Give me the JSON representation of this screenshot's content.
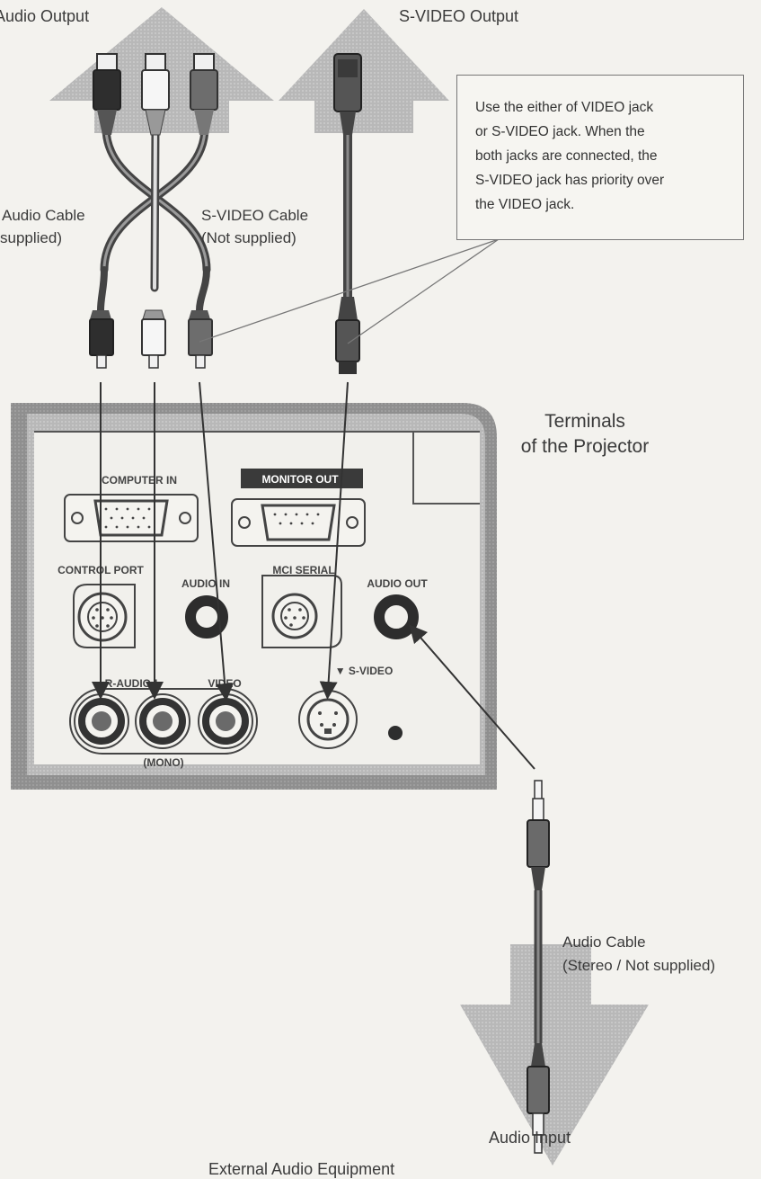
{
  "labels": {
    "audio_output": "Audio Output",
    "svideo_output": "S-VIDEO Output",
    "audio_cable_1": "Audio Cable",
    "audio_cable_1_note": "supplied)",
    "svideo_cable": "S-VIDEO Cable",
    "svideo_cable_note": "(Not supplied)",
    "terminals_line1": "Terminals",
    "terminals_line2": "of the Projector",
    "audio_cable_2": "Audio Cable",
    "audio_cable_2_note": "(Stereo / Not supplied)",
    "audio_input": "Audio Input",
    "external_audio": "External Audio Equipment"
  },
  "note": {
    "lines": [
      "Use the either of VIDEO jack",
      "or S-VIDEO jack.  When the",
      "both jacks are connected, the",
      "S-VIDEO jack has priority over",
      "the VIDEO jack."
    ]
  },
  "panel": {
    "computer_in": "COMPUTER IN",
    "monitor_out": "MONITOR OUT",
    "control_port": "CONTROL PORT",
    "audio_in": "AUDIO IN",
    "mci_serial": "MCI SERIAL",
    "audio_out": "AUDIO OUT",
    "r_audio_l": "R-AUDIO-L",
    "video": "VIDEO",
    "s_video": "▼ S-VIDEO",
    "mono": "(MONO)"
  }
}
